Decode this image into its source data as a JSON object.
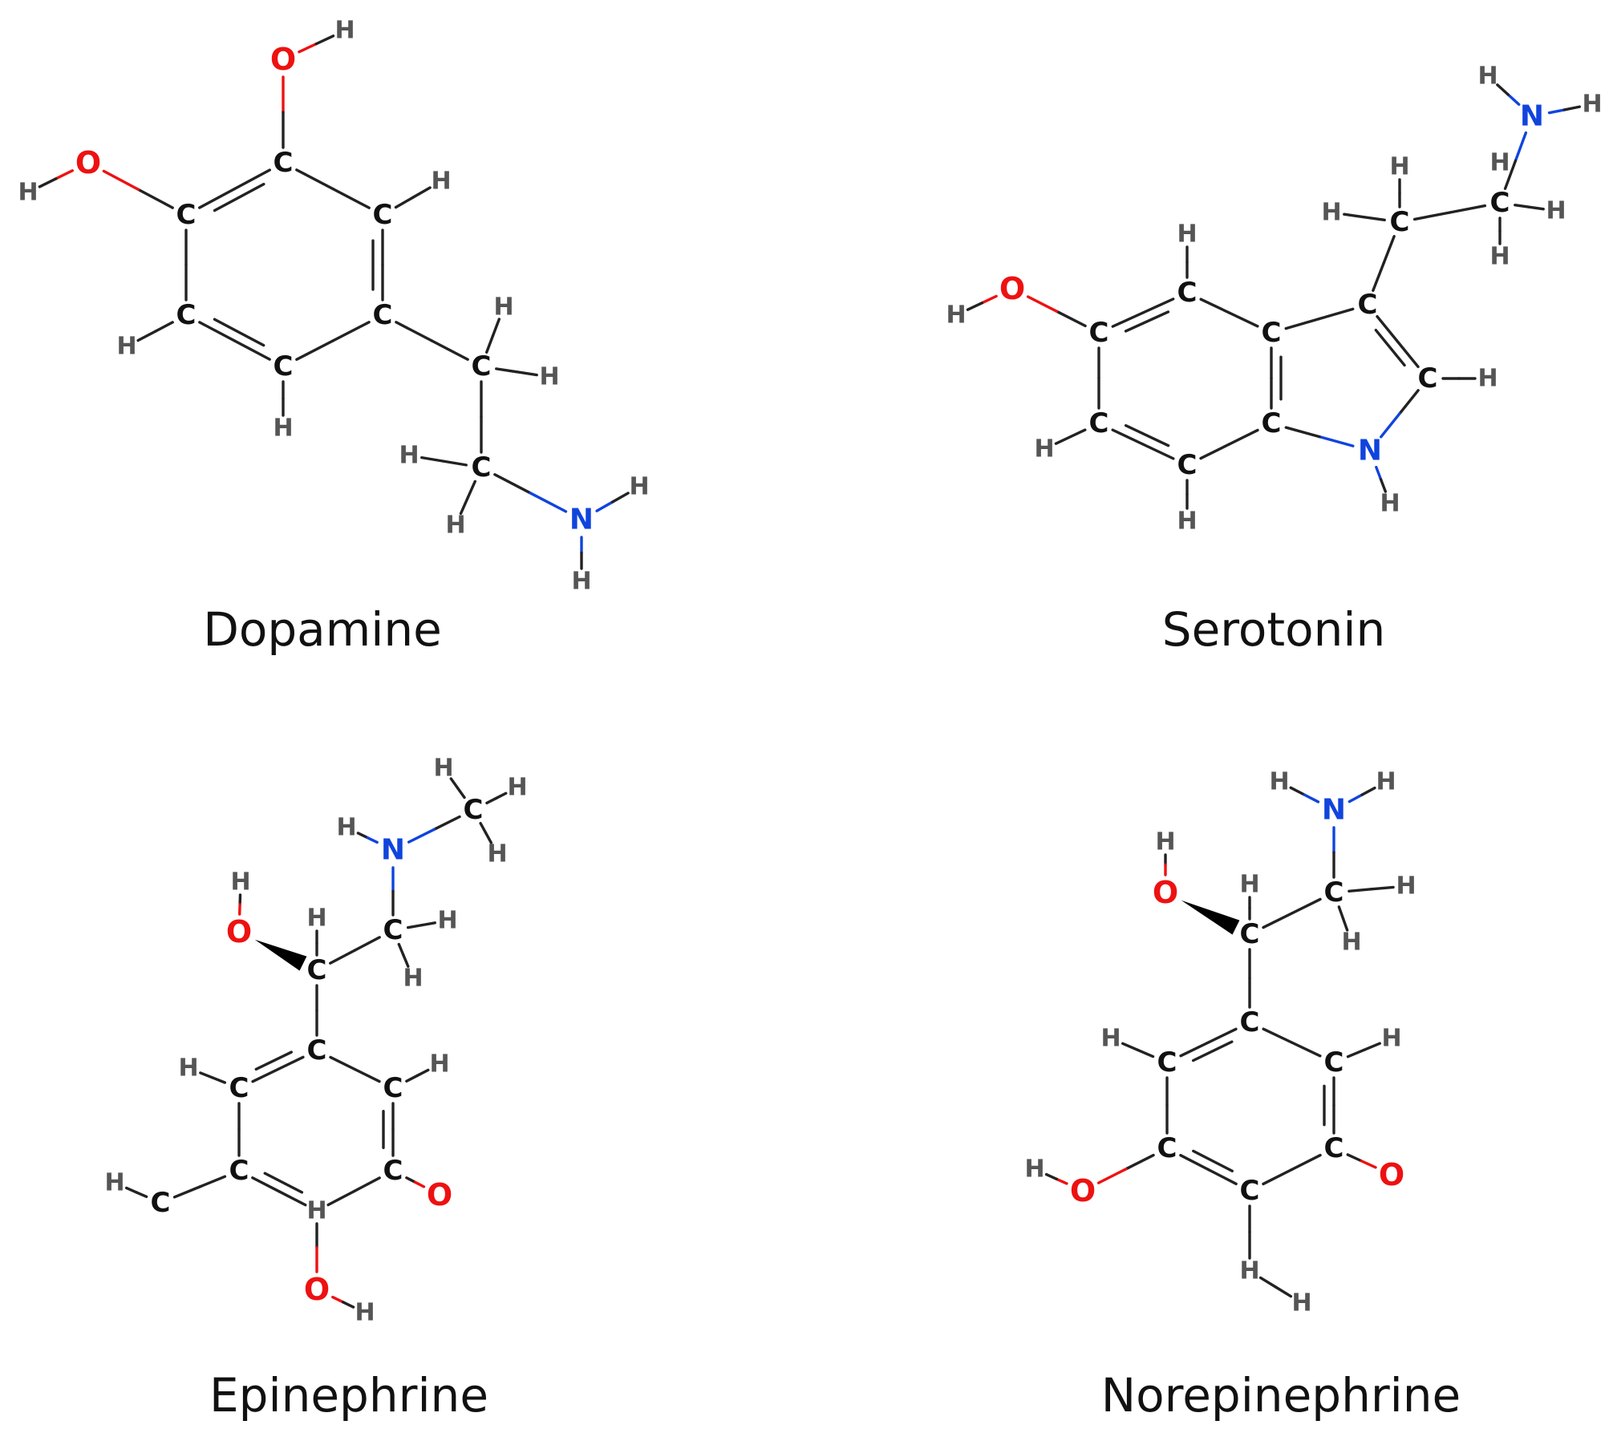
{
  "colors": {
    "carbon": "#111111",
    "hydrogen": "#555555",
    "oxygen": "#ee1111",
    "nitrogen": "#1144dd",
    "bond": "#222222"
  },
  "molecules": [
    {
      "id": "dopamine",
      "name": "Dopamine",
      "atoms": [
        {
          "el": "O",
          "label": "O"
        },
        {
          "el": "H",
          "label": "H"
        },
        {
          "el": "C",
          "label": "C"
        },
        {
          "el": "O",
          "label": "O"
        },
        {
          "el": "H",
          "label": "H"
        },
        {
          "el": "C",
          "label": "C"
        },
        {
          "el": "C",
          "label": "C"
        },
        {
          "el": "H",
          "label": "H"
        },
        {
          "el": "C",
          "label": "C"
        },
        {
          "el": "C",
          "label": "C"
        },
        {
          "el": "H",
          "label": "H"
        },
        {
          "el": "C",
          "label": "C"
        },
        {
          "el": "H",
          "label": "H"
        },
        {
          "el": "C",
          "label": "C"
        },
        {
          "el": "H",
          "label": "H"
        },
        {
          "el": "H",
          "label": "H"
        },
        {
          "el": "C",
          "label": "C"
        },
        {
          "el": "H",
          "label": "H"
        },
        {
          "el": "H",
          "label": "H"
        },
        {
          "el": "N",
          "label": "N"
        },
        {
          "el": "H",
          "label": "H"
        },
        {
          "el": "H",
          "label": "H"
        }
      ]
    },
    {
      "id": "serotonin",
      "name": "Serotonin",
      "atoms": [
        {
          "el": "N",
          "label": "N"
        },
        {
          "el": "H",
          "label": "H"
        },
        {
          "el": "H",
          "label": "H"
        },
        {
          "el": "C",
          "label": "C"
        },
        {
          "el": "H",
          "label": "H"
        },
        {
          "el": "H",
          "label": "H"
        },
        {
          "el": "H",
          "label": "H"
        },
        {
          "el": "C",
          "label": "C"
        },
        {
          "el": "H",
          "label": "H"
        },
        {
          "el": "H",
          "label": "H"
        },
        {
          "el": "C",
          "label": "C"
        },
        {
          "el": "C",
          "label": "C"
        },
        {
          "el": "H",
          "label": "H"
        },
        {
          "el": "N",
          "label": "N"
        },
        {
          "el": "H",
          "label": "H"
        },
        {
          "el": "C",
          "label": "C"
        },
        {
          "el": "C",
          "label": "C"
        },
        {
          "el": "C",
          "label": "C"
        },
        {
          "el": "H",
          "label": "H"
        },
        {
          "el": "C",
          "label": "C"
        },
        {
          "el": "O",
          "label": "O"
        },
        {
          "el": "H",
          "label": "H"
        },
        {
          "el": "C",
          "label": "C"
        },
        {
          "el": "H",
          "label": "H"
        },
        {
          "el": "C",
          "label": "C"
        },
        {
          "el": "H",
          "label": "H"
        }
      ]
    },
    {
      "id": "epinephrine",
      "name": "Epinephrine",
      "atoms": [
        {
          "el": "H",
          "label": "H"
        },
        {
          "el": "H",
          "label": "H"
        },
        {
          "el": "H",
          "label": "H"
        },
        {
          "el": "C",
          "label": "C"
        },
        {
          "el": "H",
          "label": "H"
        },
        {
          "el": "N",
          "label": "N"
        },
        {
          "el": "C",
          "label": "C"
        },
        {
          "el": "H",
          "label": "H"
        },
        {
          "el": "H",
          "label": "H"
        },
        {
          "el": "H",
          "label": "H"
        },
        {
          "el": "O",
          "label": "O"
        },
        {
          "el": "H",
          "label": "H"
        },
        {
          "el": "C",
          "label": "C"
        },
        {
          "el": "C",
          "label": "C"
        },
        {
          "el": "C",
          "label": "C"
        },
        {
          "el": "H",
          "label": "H"
        },
        {
          "el": "C",
          "label": "C"
        },
        {
          "el": "H",
          "label": "H"
        },
        {
          "el": "C",
          "label": "C"
        },
        {
          "el": "O",
          "label": "O"
        },
        {
          "el": "H",
          "label": "H"
        },
        {
          "el": "C",
          "label": "C"
        },
        {
          "el": "C",
          "label": "C"
        },
        {
          "el": "H",
          "label": "H"
        },
        {
          "el": "O",
          "label": "O"
        },
        {
          "el": "H",
          "label": "H"
        }
      ]
    },
    {
      "id": "norepinephrine",
      "name": "Norepinephrine",
      "atoms": [
        {
          "el": "H",
          "label": "H"
        },
        {
          "el": "N",
          "label": "N"
        },
        {
          "el": "H",
          "label": "H"
        },
        {
          "el": "H",
          "label": "H"
        },
        {
          "el": "O",
          "label": "O"
        },
        {
          "el": "H",
          "label": "H"
        },
        {
          "el": "C",
          "label": "C"
        },
        {
          "el": "C",
          "label": "C"
        },
        {
          "el": "H",
          "label": "H"
        },
        {
          "el": "H",
          "label": "H"
        },
        {
          "el": "C",
          "label": "C"
        },
        {
          "el": "C",
          "label": "C"
        },
        {
          "el": "H",
          "label": "H"
        },
        {
          "el": "C",
          "label": "C"
        },
        {
          "el": "H",
          "label": "H"
        },
        {
          "el": "C",
          "label": "C"
        },
        {
          "el": "O",
          "label": "O"
        },
        {
          "el": "H",
          "label": "H"
        },
        {
          "el": "C",
          "label": "C"
        },
        {
          "el": "H",
          "label": "H"
        },
        {
          "el": "C",
          "label": "C"
        },
        {
          "el": "O",
          "label": "O"
        },
        {
          "el": "H",
          "label": "H"
        }
      ]
    }
  ]
}
